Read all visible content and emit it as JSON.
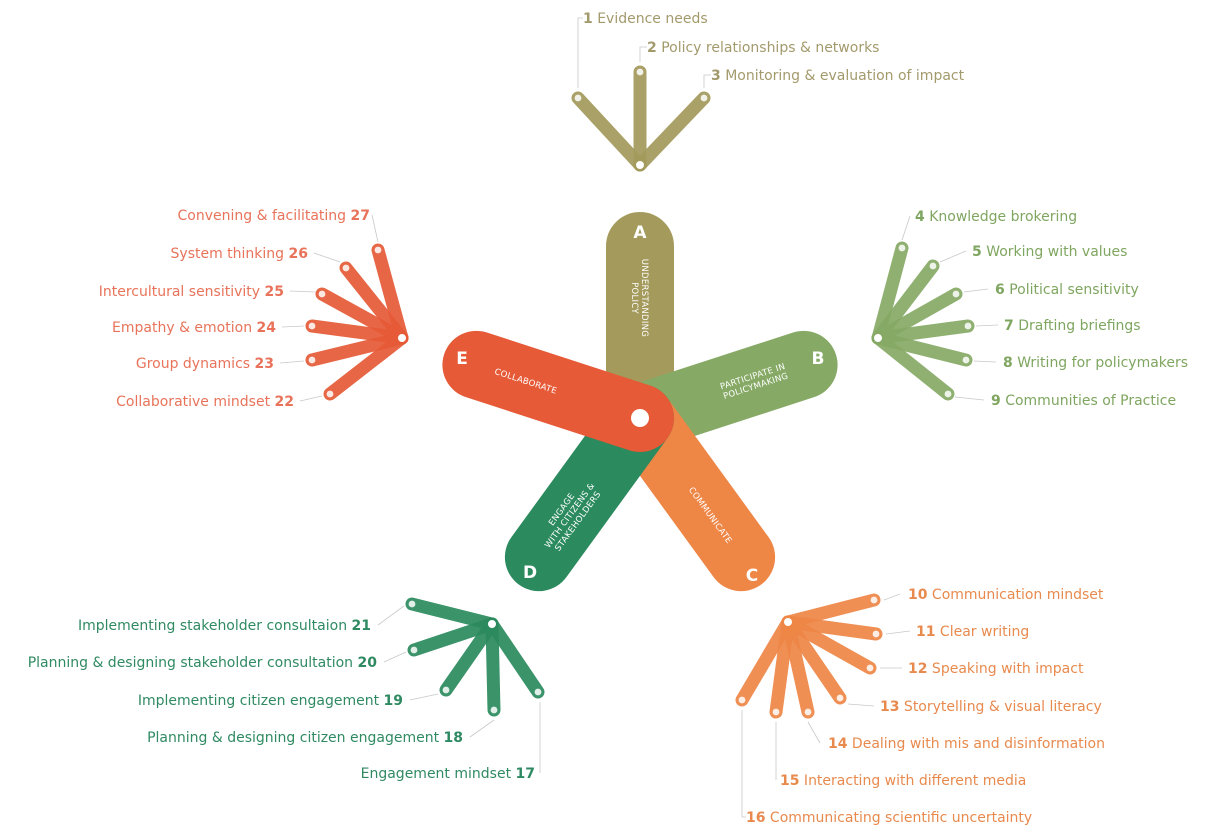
{
  "arms": [
    {
      "id": "A",
      "letter": "A",
      "title_lines": [
        "UNDERSTANDING",
        "POLICY"
      ],
      "color": "#a39a5c",
      "text_color": "#a39a6c",
      "items": [
        {
          "n": "1",
          "label": "Evidence needs"
        },
        {
          "n": "2",
          "label": "Policy relationships & networks"
        },
        {
          "n": "3",
          "label": "Monitoring & evaluation of impact"
        }
      ]
    },
    {
      "id": "B",
      "letter": "B",
      "title_lines": [
        "PARTICIPATE IN",
        "POLICYMAKING"
      ],
      "color": "#86aa66",
      "text_color": "#7fa660",
      "items": [
        {
          "n": "4",
          "label": "Knowledge brokering"
        },
        {
          "n": "5",
          "label": "Working with values"
        },
        {
          "n": "6",
          "label": "Political sensitivity"
        },
        {
          "n": "7",
          "label": "Drafting briefings"
        },
        {
          "n": "8",
          "label": "Writing for policymakers"
        },
        {
          "n": "9",
          "label": "Communities of Practice"
        }
      ]
    },
    {
      "id": "C",
      "letter": "C",
      "title_lines": [
        "COMMUNICATE"
      ],
      "color": "#ee8646",
      "text_color": "#e88a4e",
      "items": [
        {
          "n": "10",
          "label": "Communication mindset"
        },
        {
          "n": "11",
          "label": "Clear writing"
        },
        {
          "n": "12",
          "label": "Speaking with impact"
        },
        {
          "n": "13",
          "label": "Storytelling & visual literacy"
        },
        {
          "n": "14",
          "label": "Dealing with mis and disinformation"
        },
        {
          "n": "15",
          "label": "Interacting with different media"
        },
        {
          "n": "16",
          "label": "Communicating scientific uncertainty"
        }
      ]
    },
    {
      "id": "D",
      "letter": "D",
      "title_lines": [
        "ENGAGE",
        "WITH CITIZENS &",
        "STAKEHOLDERS"
      ],
      "color": "#2b8a5e",
      "text_color": "#2f8a62",
      "items": [
        {
          "n": "17",
          "label": "Engagement mindset"
        },
        {
          "n": "18",
          "label": "Planning & designing citizen engagement"
        },
        {
          "n": "19",
          "label": "Implementing citizen engagement"
        },
        {
          "n": "20",
          "label": "Planning & designing stakeholder consultation"
        },
        {
          "n": "21",
          "label": "Implementing stakeholder consultaion"
        }
      ]
    },
    {
      "id": "E",
      "letter": "E",
      "title_lines": [
        "COLLABORATE"
      ],
      "color": "#e65a37",
      "text_color": "#e8735a",
      "items": [
        {
          "n": "22",
          "label": "Collaborative mindset"
        },
        {
          "n": "23",
          "label": "Group dynamics"
        },
        {
          "n": "24",
          "label": "Empathy & emotion"
        },
        {
          "n": "25",
          "label": "Intercultural sensitivity"
        },
        {
          "n": "26",
          "label": "System thinking"
        },
        {
          "n": "27",
          "label": "Convening & facilitating"
        }
      ]
    }
  ]
}
